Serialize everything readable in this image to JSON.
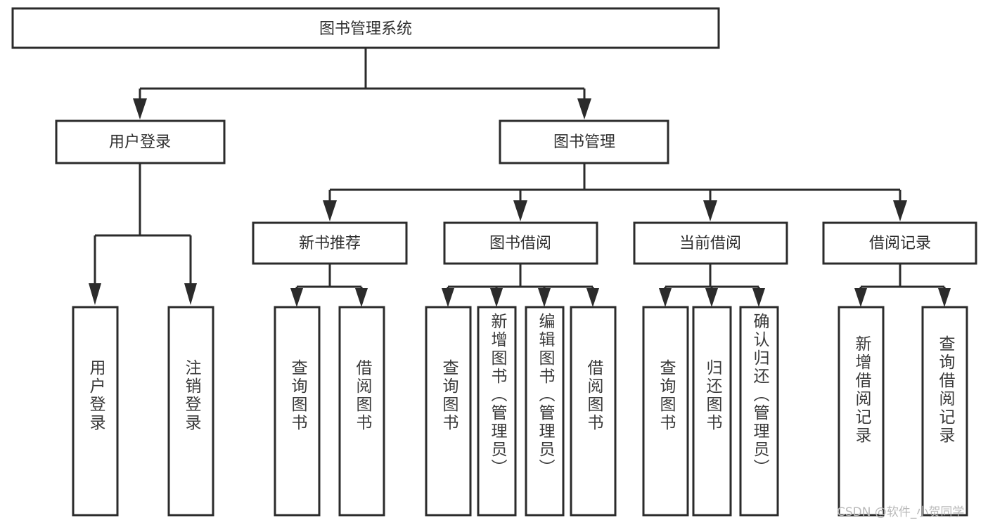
{
  "diagram": {
    "title": "图书管理系统",
    "type": "tree",
    "watermark": "CSDN @软件_小贺同学",
    "colors": {
      "box_stroke": "#2b2b2b",
      "box_fill": "#ffffff",
      "text": "#2f2f2f",
      "connector": "#2b2b2b",
      "watermark": "#b9b9b9",
      "background": "#ffffff"
    },
    "root": {
      "label": "图书管理系统"
    },
    "level2": [
      {
        "label": "用户登录"
      },
      {
        "label": "图书管理"
      }
    ],
    "level3": [
      {
        "label": "新书推荐"
      },
      {
        "label": "图书借阅"
      },
      {
        "label": "当前借阅"
      },
      {
        "label": "借阅记录"
      }
    ],
    "leaves": [
      {
        "label": "用户登录",
        "parent": "用户登录"
      },
      {
        "label": "注销登录",
        "parent": "用户登录"
      },
      {
        "label": "查询图书",
        "parent": "新书推荐"
      },
      {
        "label": "借阅图书",
        "parent": "新书推荐"
      },
      {
        "label": "查询图书",
        "parent": "图书借阅"
      },
      {
        "label": "新增图书（管理员）",
        "parent": "图书借阅"
      },
      {
        "label": "编辑图书（管理员）",
        "parent": "图书借阅"
      },
      {
        "label": "借阅图书",
        "parent": "图书借阅"
      },
      {
        "label": "查询图书",
        "parent": "当前借阅"
      },
      {
        "label": "归还图书",
        "parent": "当前借阅"
      },
      {
        "label": "确认归还（管理员）",
        "parent": "当前借阅"
      },
      {
        "label": "新增借阅记录",
        "parent": "借阅记录"
      },
      {
        "label": "查询借阅记录",
        "parent": "借阅记录"
      }
    ]
  }
}
